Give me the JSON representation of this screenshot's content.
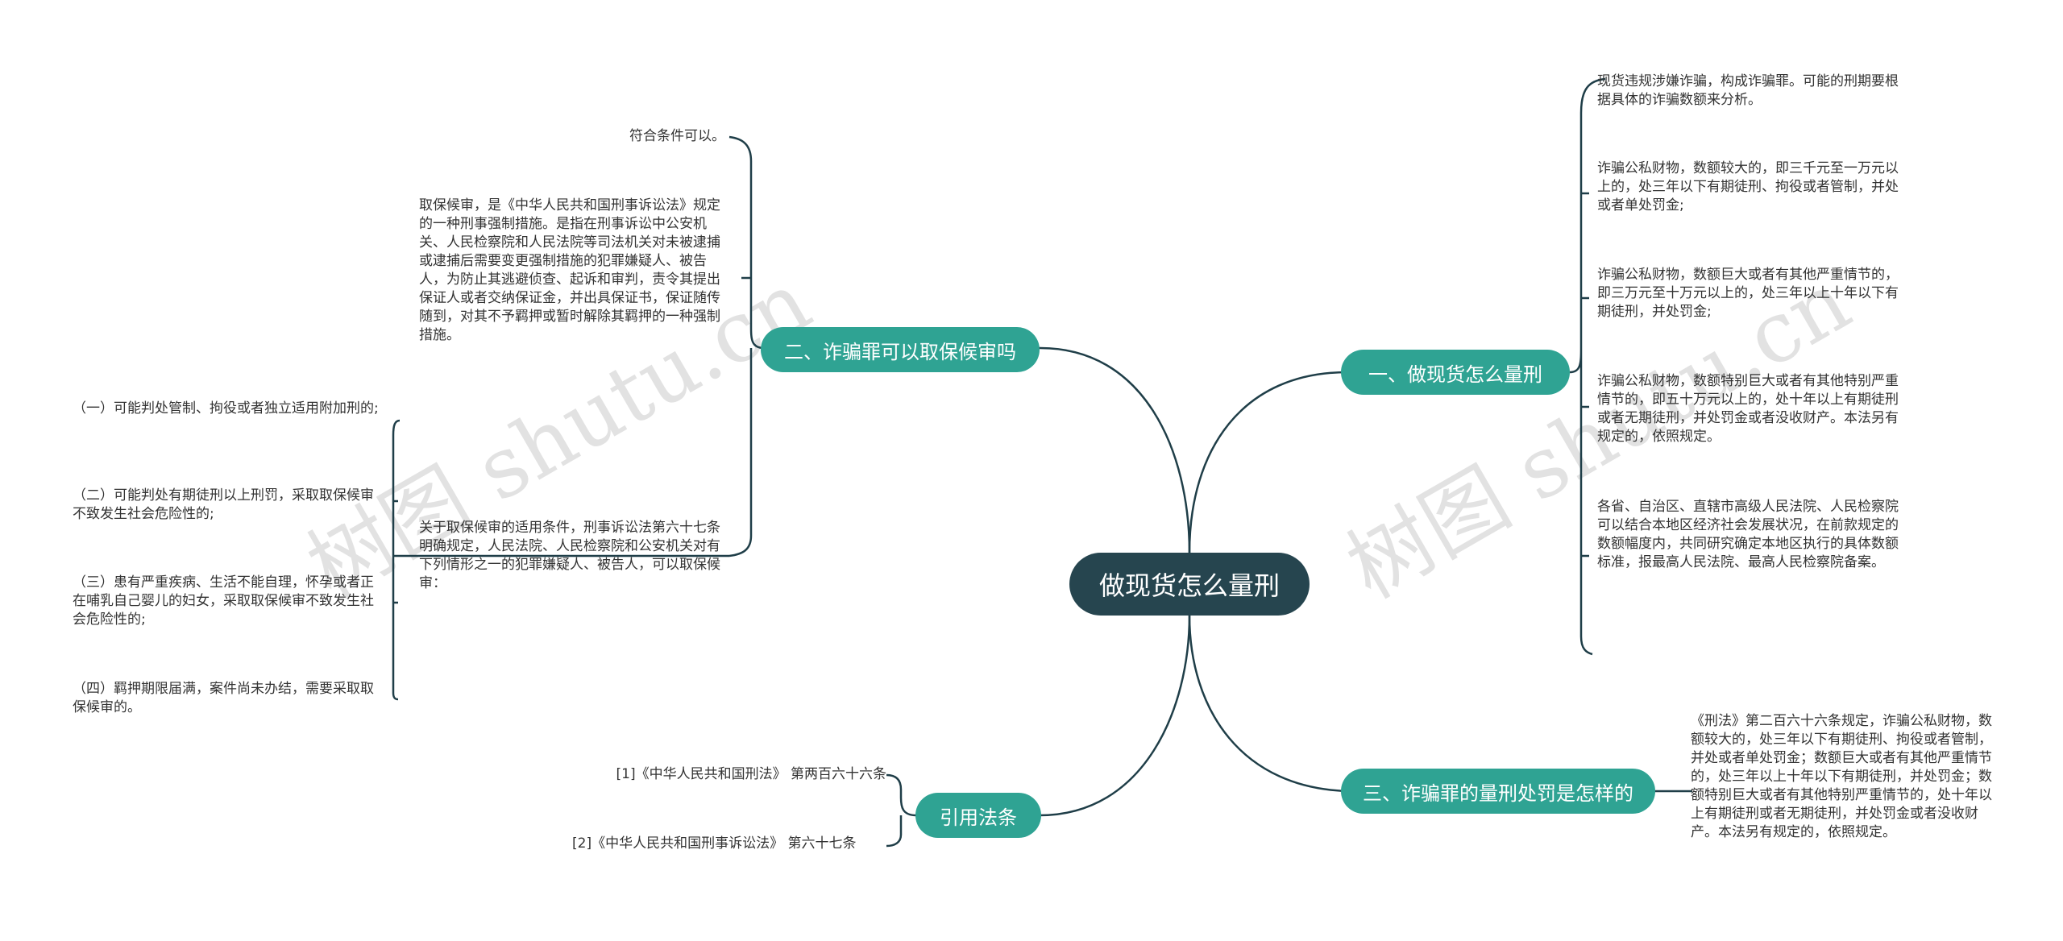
{
  "watermark": "树图 shutu.cn",
  "colors": {
    "root_bg": "#26454f",
    "branch_bg": "#2fa393",
    "line": "#1f3e48",
    "text": "#333333"
  },
  "root": {
    "label": "做现货怎么量刑"
  },
  "branches": {
    "b1": {
      "label": "一、做现货怎么量刑",
      "leaves": [
        "现货违规涉嫌诈骗，构成诈骗罪。可能的刑期要根据具体的诈骗数额来分析。",
        "诈骗公私财物，数额较大的，即三千元至一万元以上的，处三年以下有期徒刑、拘役或者管制，并处或者单处罚金;",
        "诈骗公私财物，数额巨大或者有其他严重情节的，即三万元至十万元以上的，处三年以上十年以下有期徒刑，并处罚金;",
        "诈骗公私财物，数额特别巨大或者有其他特别严重情节的，即五十万元以上的，处十年以上有期徒刑或者无期徒刑，并处罚金或者没收财产。本法另有规定的，依照规定。",
        "各省、自治区、直辖市高级人民法院、人民检察院可以结合本地区经济社会发展状况，在前款规定的数额幅度内，共同研究确定本地区执行的具体数额标准，报最高人民法院、最高人民检察院备案。"
      ]
    },
    "b2": {
      "label": "二、诈骗罪可以取保候审吗",
      "leaves": [
        "符合条件可以。",
        "取保候审，是《中华人民共和国刑事诉讼法》规定的一种刑事强制措施。是指在刑事诉讼中公安机关、人民检察院和人民法院等司法机关对未被逮捕或逮捕后需要变更强制措施的犯罪嫌疑人、被告人，为防止其逃避侦查、起诉和审判，责令其提出保证人或者交纳保证金，并出具保证书，保证随传随到，对其不予羁押或暂时解除其羁押的一种强制措施。",
        "关于取保候审的适用条件，刑事诉讼法第六十七条明确规定，人民法院、人民检察院和公安机关对有下列情形之一的犯罪嫌疑人、被告人，可以取保候审："
      ],
      "sub_leaves": [
        "（一）可能判处管制、拘役或者独立适用附加刑的;",
        "（二）可能判处有期徒刑以上刑罚，采取取保候审不致发生社会危险性的;",
        "（三）患有严重疾病、生活不能自理，怀孕或者正在哺乳自己婴儿的妇女，采取取保候审不致发生社会危险性的;",
        "（四）羁押期限届满，案件尚未办结，需要采取取保候审的。"
      ]
    },
    "b3": {
      "label": "三、诈骗罪的量刑处罚是怎样的",
      "leaves": [
        "《刑法》第二百六十六条规定，诈骗公私财物，数额较大的，处三年以下有期徒刑、拘役或者管制，并处或者单处罚金；数额巨大或者有其他严重情节的，处三年以上十年以下有期徒刑，并处罚金；数额特别巨大或者有其他特别严重情节的，处十年以上有期徒刑或者无期徒刑，并处罚金或者没收财产。本法另有规定的，依照规定。"
      ]
    },
    "b4": {
      "label": "引用法条",
      "leaves": [
        "[1]《中华人民共和国刑法》 第两百六十六条",
        "[2]《中华人民共和国刑事诉讼法》 第六十七条"
      ]
    }
  }
}
